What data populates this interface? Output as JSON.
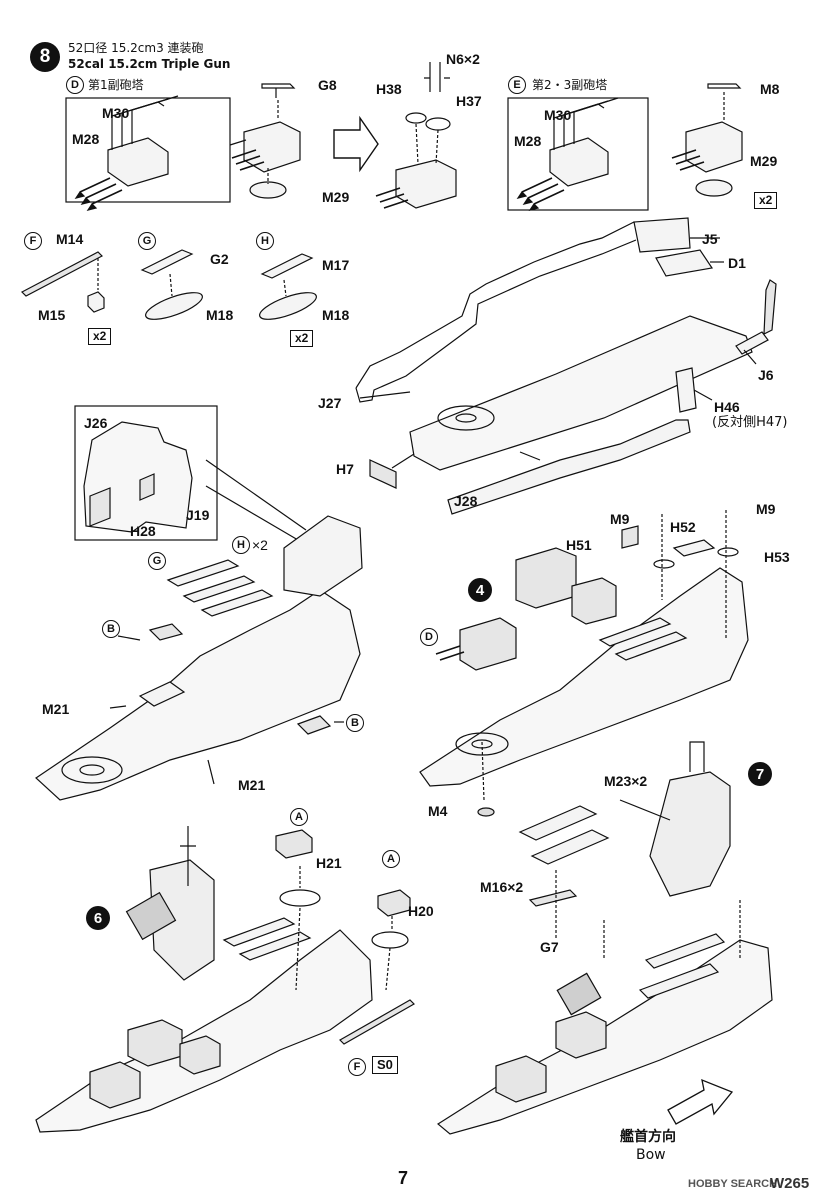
{
  "step": {
    "number": "8",
    "title_jp": "52口径 15.2cm3 連装砲",
    "title_en": "52cal 15.2cm Triple Gun"
  },
  "sub_d": {
    "letter": "D",
    "title": "第1副砲塔",
    "parts": [
      "M30",
      "M28",
      "G8",
      "M29"
    ]
  },
  "sub_mid": {
    "parts": [
      "N6×2",
      "H38",
      "H37"
    ]
  },
  "sub_e": {
    "letter": "E",
    "title": "第2・3副砲塔",
    "parts": [
      "M30",
      "M28",
      "M8",
      "M29"
    ],
    "qty": "x2"
  },
  "sub_f": {
    "letter": "F",
    "parts": [
      "M14",
      "M15"
    ],
    "qty": "x2"
  },
  "sub_g": {
    "letter": "G",
    "parts": [
      "G2",
      "M18"
    ]
  },
  "sub_h": {
    "letter": "H",
    "parts": [
      "M17",
      "M18"
    ],
    "qty": "x2"
  },
  "deck_parts": {
    "j5": "J5",
    "d1": "D1",
    "j6": "J6",
    "j27": "J27",
    "h46": "H46",
    "h47": "(反対側H47)",
    "h7": "H7",
    "j28": "J28"
  },
  "inset": {
    "j26": "J26",
    "h28": "H28",
    "j19": "J19"
  },
  "mid_left": {
    "g": "G",
    "h_x2": "H",
    "x2": "×2",
    "b1": "B",
    "b2": "B",
    "m21a": "M21",
    "m21b": "M21"
  },
  "mid_right": {
    "m9a": "M9",
    "m9b": "M9",
    "h52": "H52",
    "h51": "H51",
    "h53": "H53",
    "ref4": "4",
    "d": "D",
    "m4": "M4"
  },
  "bottom_left": {
    "ref6": "6",
    "a1": "A",
    "h21": "H21",
    "a2": "A",
    "h20": "H20",
    "f": "F",
    "so": "S0"
  },
  "bottom_right": {
    "ref7": "7",
    "m23": "M23×2",
    "m16": "M16×2",
    "g7": "G7",
    "bow_jp": "艦首方向",
    "bow_en": "Bow"
  },
  "footer": {
    "page": "7",
    "code": "W265",
    "watermark": "HOBBY SEARCH"
  }
}
